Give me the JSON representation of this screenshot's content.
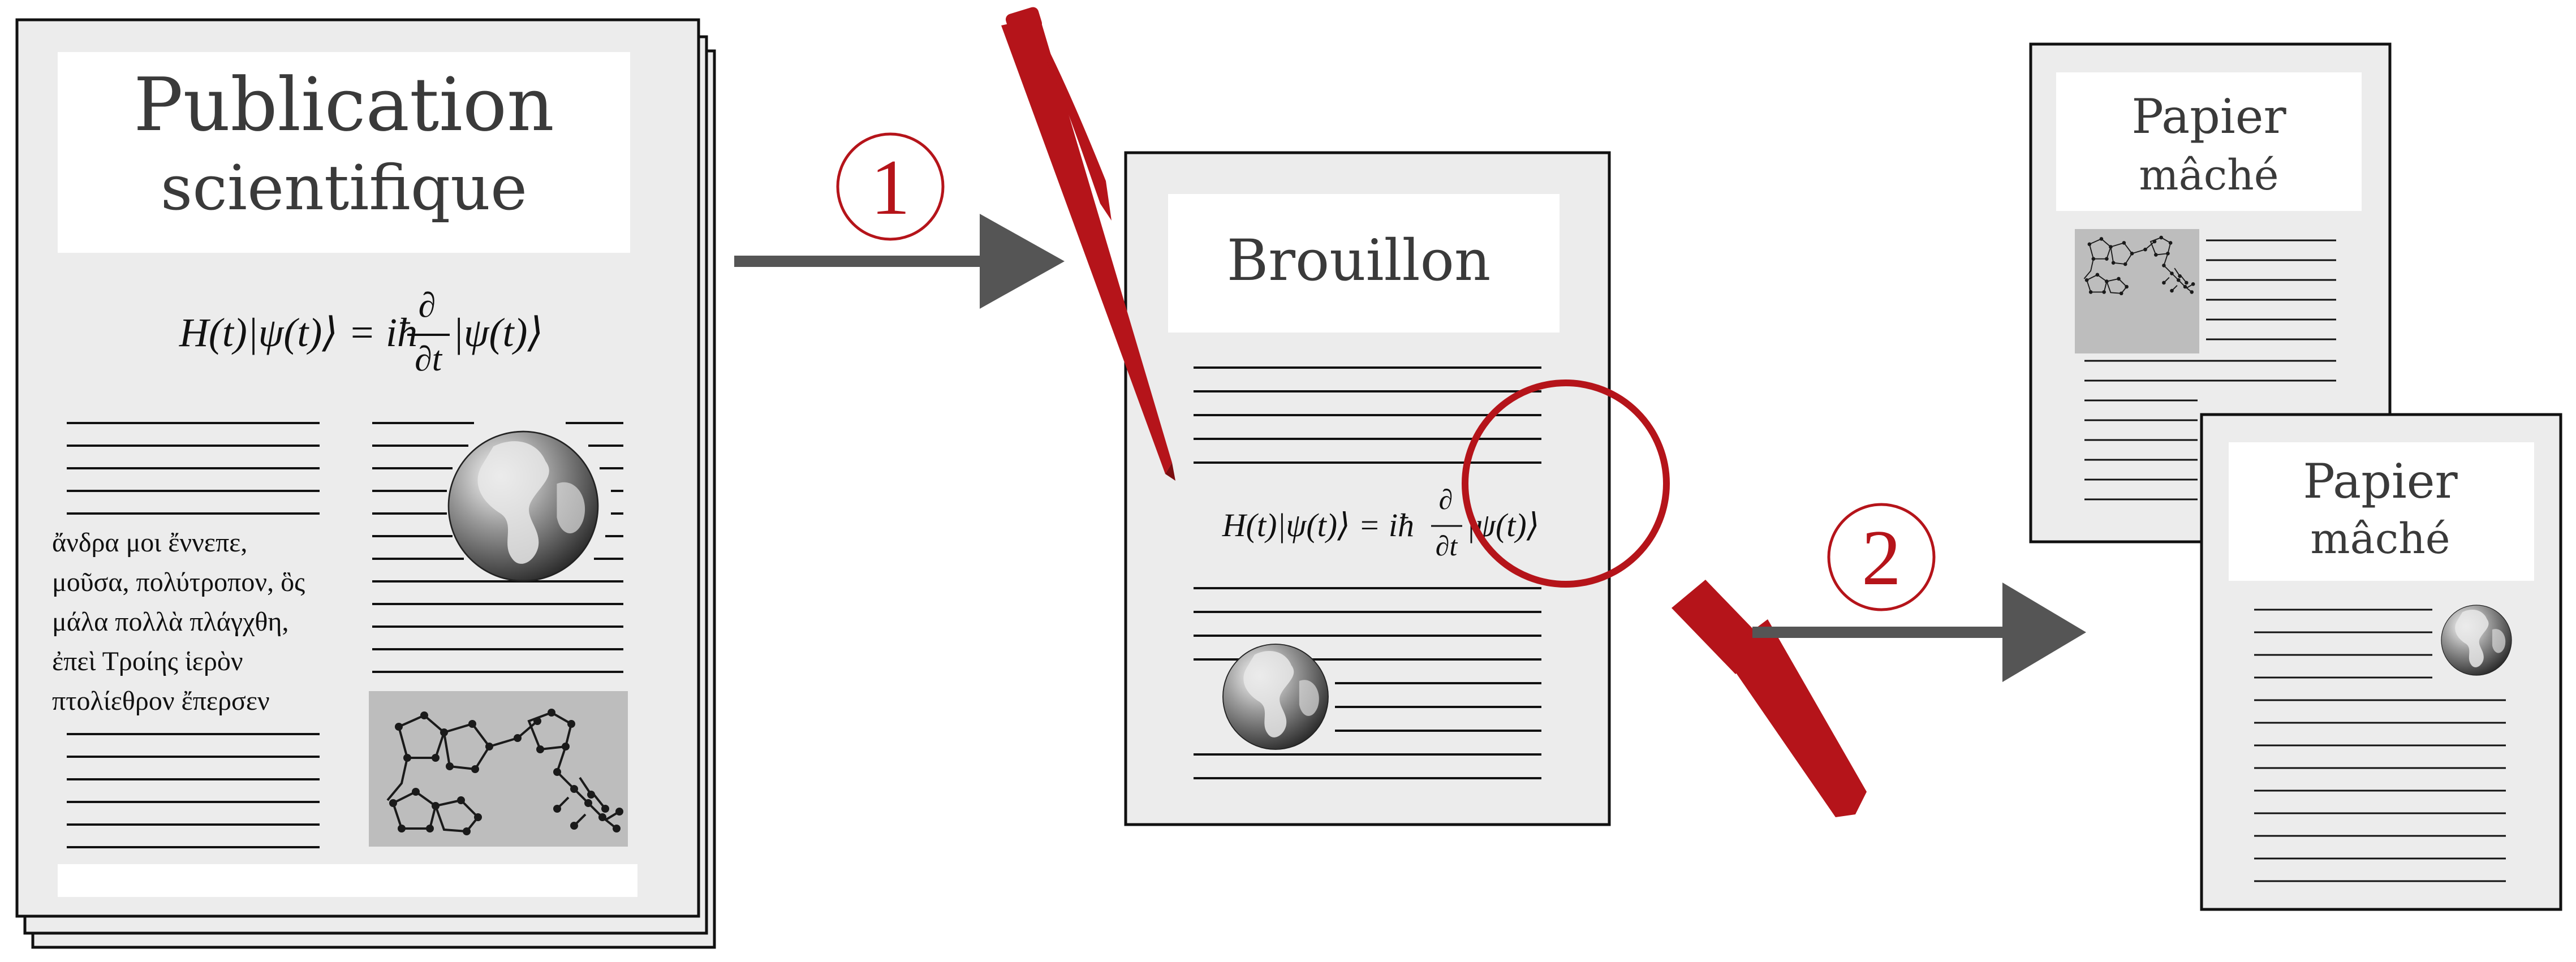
{
  "documents": {
    "publication": {
      "title_line1": "Publication",
      "title_line2": "scientifique",
      "equation": {
        "lhs": "H(t)|ψ(t)⟩ = iħ",
        "frac_top": "∂",
        "frac_bottom": "∂t",
        "rhs": "|ψ(t)⟩"
      },
      "greek_lines": [
        "ἄνδρα μοι ἔννεπε,",
        "μοῦσα, πολύτροπον, ὃς",
        "μάλα πολλὰ πλάγχθη,",
        "ἐπεὶ Τροίης ἱερὸν",
        "πτολίεθρον ἔπερσεν"
      ]
    },
    "draft": {
      "title": "Brouillon",
      "equation": {
        "lhs": "H(t)|ψ(t)⟩ = iħ",
        "frac_top": "∂",
        "frac_bottom": "∂t",
        "rhs": "|ψ(t)⟩"
      }
    },
    "papier_mache_back": {
      "title_line1": "Papier",
      "title_line2": "mâché"
    },
    "papier_mache_front": {
      "title_line1": "Papier",
      "title_line2": "mâché"
    }
  },
  "steps": {
    "step1": "1",
    "step2": "2"
  },
  "icons": [
    "pen-icon",
    "magnifier-icon",
    "globe-icon",
    "molecule-icon"
  ],
  "colors": {
    "accent_red": "#b5141a",
    "arrow_gray": "#555555",
    "paper": "#ececec",
    "title_box": "#ffffff",
    "figure_box": "#bdbdbd"
  }
}
